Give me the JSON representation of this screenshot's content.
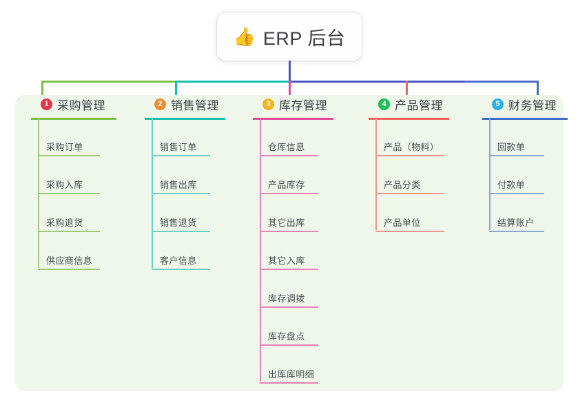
{
  "root": {
    "icon": "thumbs-up-icon",
    "emoji": "👍",
    "title": "ERP 后台"
  },
  "theme": {
    "page_background": "#ffffff",
    "panel_background": "#eef7e9",
    "root_stem_color": "#4b54c4",
    "text_color": "#3b3e44"
  },
  "connector": {
    "segments": [
      {
        "name": "segment-green",
        "color": "#7cc04a"
      },
      {
        "name": "segment-teal",
        "color": "#13c1ac"
      },
      {
        "name": "segment-indigo",
        "color": "#4b54c4"
      },
      {
        "name": "segment-blue",
        "color": "#4b6ecf"
      }
    ]
  },
  "columns": [
    {
      "index": "1",
      "badge_number": "1",
      "badge_color": "#e8334a",
      "accent": "#7cc04a",
      "leaf_accent": "#9ecb79",
      "title": "采购管理",
      "children": [
        "采购订单",
        "采购入库",
        "采购退货",
        "供应商信息"
      ]
    },
    {
      "index": "2",
      "badge_number": "2",
      "badge_color": "#f08a33",
      "accent": "#13c1ac",
      "leaf_accent": "#6fcfc4",
      "title": "销售管理",
      "children": [
        "销售订单",
        "销售出库",
        "销售退货",
        "客户信息"
      ]
    },
    {
      "index": "3",
      "badge_number": "3",
      "badge_color": "#f5b222",
      "accent": "#e4489a",
      "leaf_accent": "#eb82b6",
      "title": "库存管理",
      "children": [
        "仓库信息",
        "产品库存",
        "其它出库",
        "其它入库",
        "库存调拨",
        "库存盘点",
        "出库库明细"
      ]
    },
    {
      "index": "4",
      "badge_number": "4",
      "badge_color": "#1fbf5c",
      "accent": "#f4635e",
      "leaf_accent": "#f79490",
      "title": "产品管理",
      "children": [
        "产品（物料）",
        "产品分类",
        "产品单位"
      ]
    },
    {
      "index": "5",
      "badge_number": "5",
      "badge_color": "#29b0e8",
      "accent": "#3f6fc4",
      "leaf_accent": "#8aa6dd",
      "title": "财务管理",
      "children": [
        "回款单",
        "付款单",
        "结算账户"
      ]
    }
  ]
}
